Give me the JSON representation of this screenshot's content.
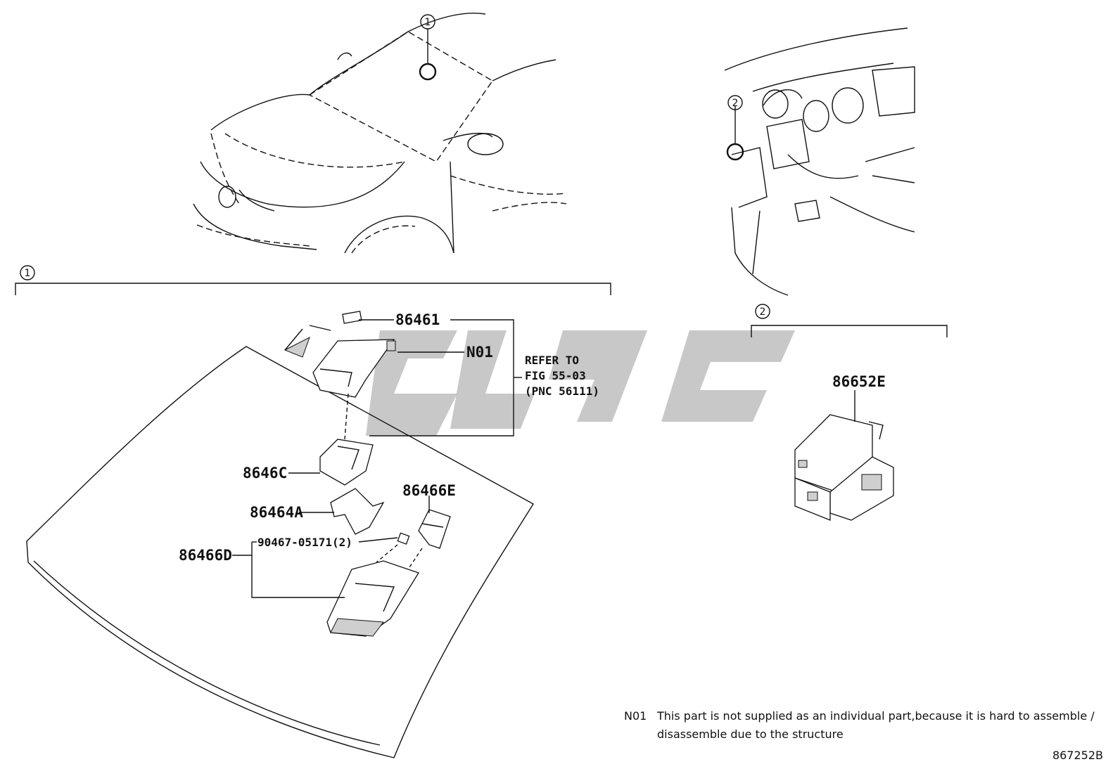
{
  "callouts": {
    "one": "1",
    "two": "2"
  },
  "parts": {
    "p86461": "86461",
    "n01": "N01",
    "p8646C": "8646C",
    "p86464A": "86464A",
    "p86466E": "86466E",
    "p86466D": "86466D",
    "p90467": "90467-05171(2)",
    "p86652E": "86652E"
  },
  "refer": {
    "line1": "REFER TO",
    "line2": "FIG 55-03",
    "line3": "(PNC 56111)"
  },
  "footnote": {
    "code": "N01",
    "line1": "This part is not supplied as an individual part,because it is hard to assemble /",
    "line2": "disassemble due to the structure"
  },
  "figure_id": "867252B"
}
